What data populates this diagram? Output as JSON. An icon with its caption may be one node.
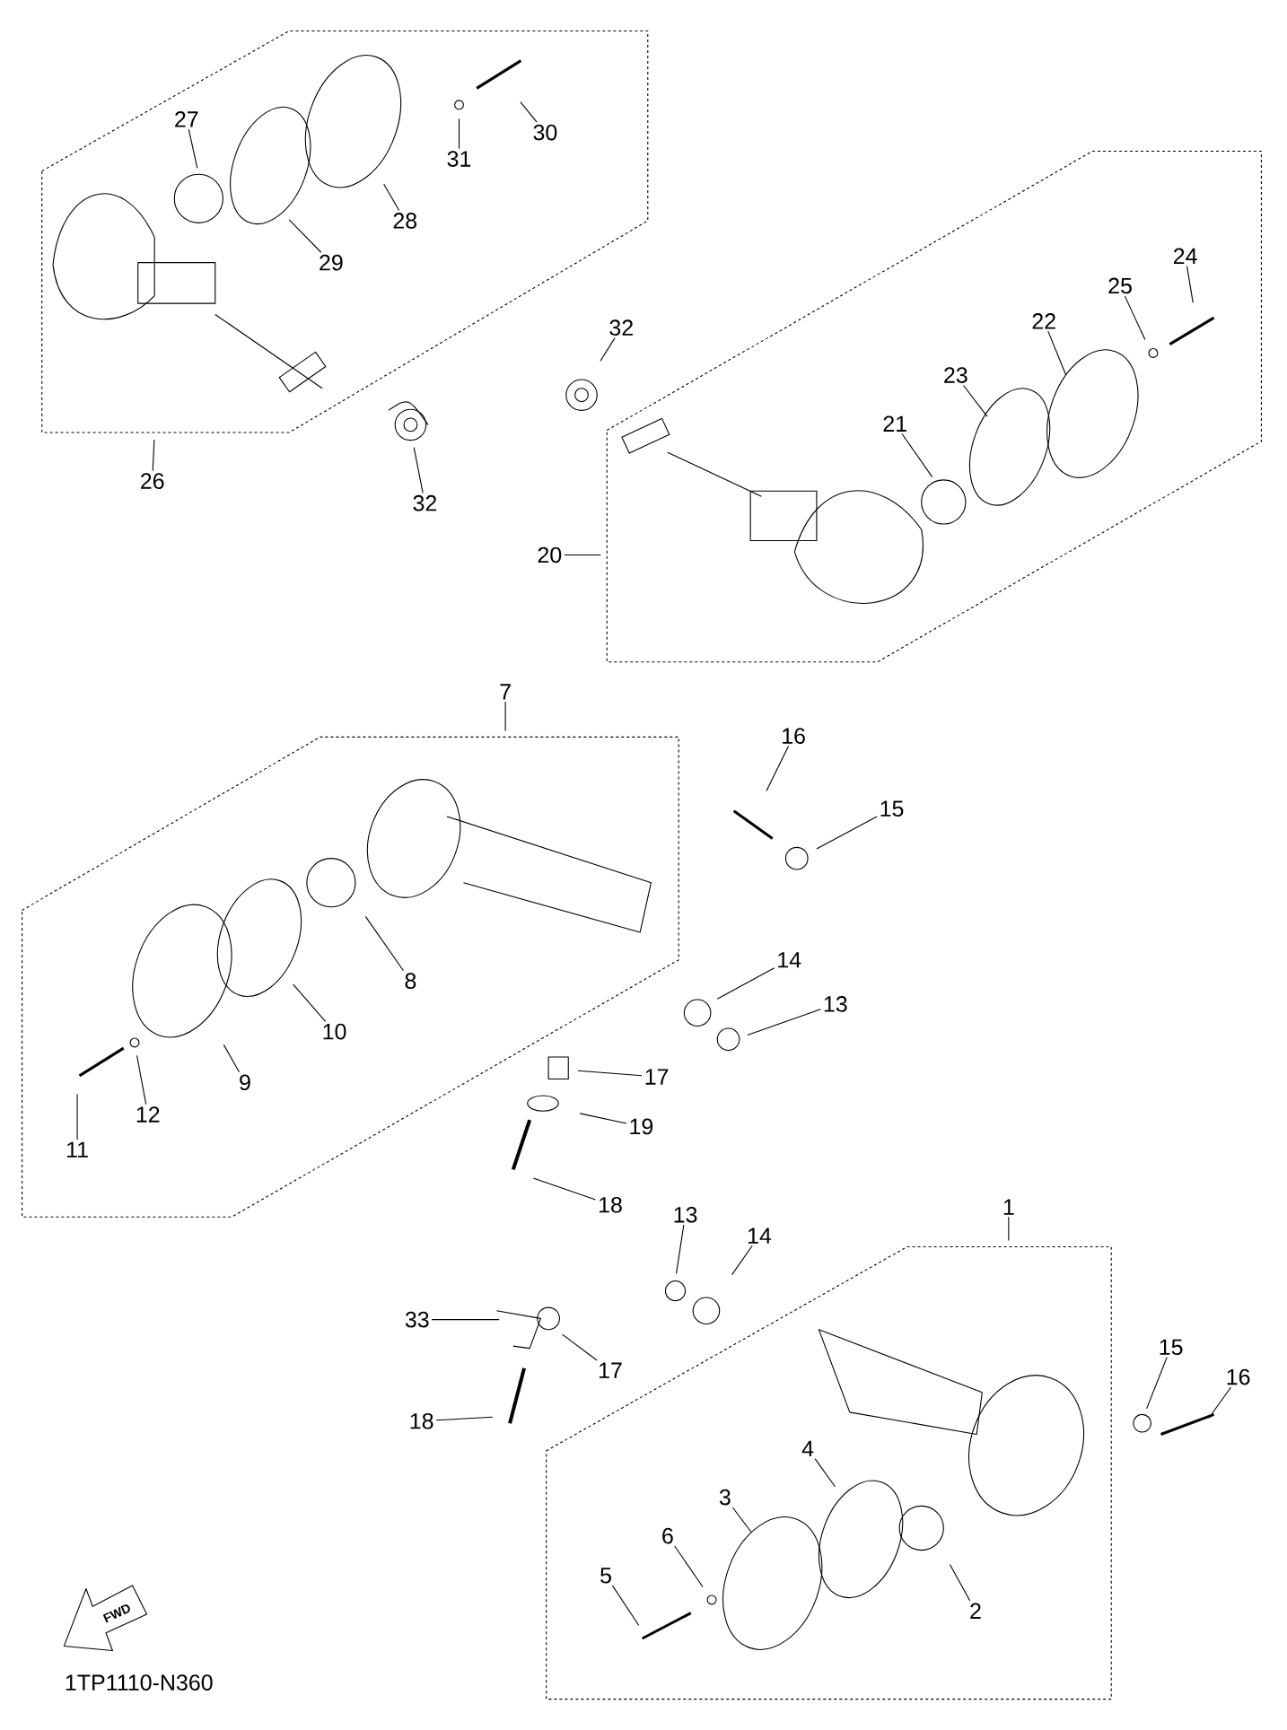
{
  "diagram": {
    "nodes": [
      {
        "text": [
          "27"
        ]
      },
      {
        "text": [
          "29"
        ]
      },
      {
        "text": [
          "28"
        ]
      },
      {
        "text": [
          "31"
        ]
      },
      {
        "text": [
          "30"
        ]
      },
      {
        "text": [
          "26"
        ]
      },
      {
        "text": [
          "32"
        ]
      },
      {
        "text": [
          "32"
        ]
      },
      {
        "text": [
          "24"
        ]
      },
      {
        "text": [
          "25"
        ]
      },
      {
        "text": [
          "22"
        ]
      },
      {
        "text": [
          "23"
        ]
      },
      {
        "text": [
          "21"
        ]
      },
      {
        "text": [
          "20"
        ]
      },
      {
        "text": [
          "7"
        ]
      },
      {
        "text": [
          "16"
        ]
      },
      {
        "text": [
          "15"
        ]
      },
      {
        "text": [
          "8"
        ]
      },
      {
        "text": [
          "10"
        ]
      },
      {
        "text": [
          "9"
        ]
      },
      {
        "text": [
          "12"
        ]
      },
      {
        "text": [
          "11"
        ]
      },
      {
        "text": [
          "14"
        ]
      },
      {
        "text": [
          "13"
        ]
      },
      {
        "text": [
          "17"
        ]
      },
      {
        "text": [
          "19"
        ]
      },
      {
        "text": [
          "18"
        ]
      },
      {
        "text": [
          "1"
        ]
      },
      {
        "text": [
          "13"
        ]
      },
      {
        "text": [
          "14"
        ]
      },
      {
        "text": [
          "33"
        ]
      },
      {
        "text": [
          "17"
        ]
      },
      {
        "text": [
          "18"
        ]
      },
      {
        "text": [
          "15"
        ]
      },
      {
        "text": [
          "16"
        ]
      },
      {
        "text": [
          "4"
        ]
      },
      {
        "text": [
          "3"
        ]
      },
      {
        "text": [
          "6"
        ]
      },
      {
        "text": [
          "5"
        ]
      },
      {
        "text": [
          "2"
        ]
      }
    ],
    "edges": [
      {
        "from": 0,
        "to": null,
        "arrow": "none"
      },
      {
        "from": 1,
        "to": null,
        "arrow": "none"
      },
      {
        "from": 2,
        "to": null,
        "arrow": "none"
      },
      {
        "from": 3,
        "to": null,
        "arrow": "none"
      },
      {
        "from": 4,
        "to": null,
        "arrow": "none"
      },
      {
        "from": 5,
        "to": null,
        "arrow": "none"
      },
      {
        "from": 6,
        "to": null,
        "arrow": "none"
      },
      {
        "from": 7,
        "to": null,
        "arrow": "none"
      },
      {
        "from": 8,
        "to": null,
        "arrow": "none"
      },
      {
        "from": 9,
        "to": null,
        "arrow": "none"
      },
      {
        "from": 10,
        "to": null,
        "arrow": "none"
      },
      {
        "from": 11,
        "to": null,
        "arrow": "none"
      },
      {
        "from": 12,
        "to": null,
        "arrow": "none"
      },
      {
        "from": 13,
        "to": null,
        "arrow": "none"
      },
      {
        "from": 14,
        "to": null,
        "arrow": "none"
      },
      {
        "from": 15,
        "to": null,
        "arrow": "none"
      },
      {
        "from": 16,
        "to": null,
        "arrow": "none"
      },
      {
        "from": 17,
        "to": null,
        "arrow": "none"
      },
      {
        "from": 18,
        "to": null,
        "arrow": "none"
      },
      {
        "from": 19,
        "to": null,
        "arrow": "none"
      },
      {
        "from": 20,
        "to": null,
        "arrow": "none"
      },
      {
        "from": 21,
        "to": null,
        "arrow": "none"
      },
      {
        "from": 22,
        "to": null,
        "arrow": "none"
      },
      {
        "from": 23,
        "to": null,
        "arrow": "none"
      },
      {
        "from": 24,
        "to": null,
        "arrow": "none"
      },
      {
        "from": 25,
        "to": null,
        "arrow": "none"
      },
      {
        "from": 26,
        "to": null,
        "arrow": "none"
      },
      {
        "from": 27,
        "to": null,
        "arrow": "none"
      },
      {
        "from": 28,
        "to": null,
        "arrow": "none"
      },
      {
        "from": 29,
        "to": null,
        "arrow": "none"
      },
      {
        "from": 30,
        "to": null,
        "arrow": "none"
      },
      {
        "from": 31,
        "to": null,
        "arrow": "none"
      },
      {
        "from": 32,
        "to": null,
        "arrow": "none"
      },
      {
        "from": 33,
        "to": null,
        "arrow": "none"
      },
      {
        "from": 34,
        "to": null,
        "arrow": "none"
      },
      {
        "from": 35,
        "to": null,
        "arrow": "none"
      },
      {
        "from": 36,
        "to": null,
        "arrow": "none"
      },
      {
        "from": 37,
        "to": null,
        "arrow": "none"
      },
      {
        "from": 38,
        "to": null,
        "arrow": "none"
      },
      {
        "from": 39,
        "to": null,
        "arrow": "none"
      }
    ],
    "labels": [
      "FWD",
      "1TP1110-N360"
    ]
  }
}
